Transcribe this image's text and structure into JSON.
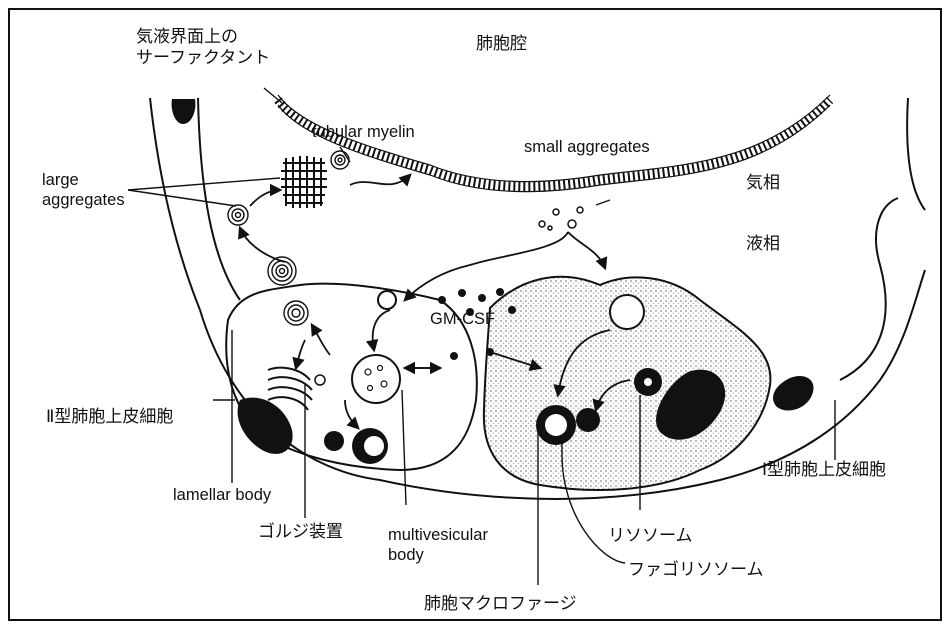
{
  "labels": {
    "air_liquid_surfactant": "気液界面上の\nサーファクタント",
    "alveolar_space": "肺胞腔",
    "tubular_myelin": "tubular myelin",
    "small_aggregates": "small aggregates",
    "large_aggregates": "large\naggregates",
    "gas_phase": "気相",
    "liquid_phase": "液相",
    "gm_csf": "GM-CSF",
    "type2_cell": "Ⅱ型肺胞上皮細胞",
    "type1_cell": "Ⅰ型肺胞上皮細胞",
    "lamellar_body": "lamellar body",
    "golgi": "ゴルジ装置",
    "multivesicular_body": "multivesicular\nbody",
    "lysosome": "リソソーム",
    "phagolysosome": "ファゴリソソーム",
    "alveolar_macrophage": "肺胞マクロファージ"
  },
  "colors": {
    "ink": "#111111",
    "background": "#ffffff",
    "stipple": "#9a9a9a"
  }
}
